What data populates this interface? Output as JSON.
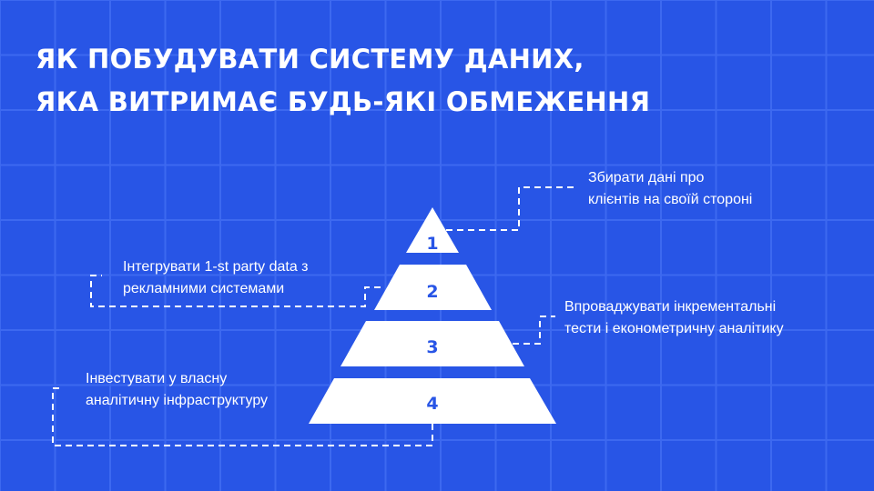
{
  "title": {
    "line1": "ЯК ПОБУДУВАТИ СИСТЕМУ ДАНИХ,",
    "line2": "ЯКА ВИТРИМАЄ БУДЬ-ЯКІ ОБМЕЖЕННЯ"
  },
  "tiers": [
    {
      "number": "1",
      "label_line1": "Збирати дані про",
      "label_line2": "клієнтів на своїй стороні"
    },
    {
      "number": "2",
      "label_line1": "Інтегрувати 1-st party data з",
      "label_line2": "рекламними системами"
    },
    {
      "number": "3",
      "label_line1": "Впроваджувати інкрементальні",
      "label_line2": "тести і економетричну аналітику"
    },
    {
      "number": "4",
      "label_line1": "Інвестувати у власну",
      "label_line2": "аналітичну інфраструктуру"
    }
  ],
  "colors": {
    "background": "#2855e6",
    "grid": "#3d69f0",
    "foreground": "#ffffff"
  }
}
